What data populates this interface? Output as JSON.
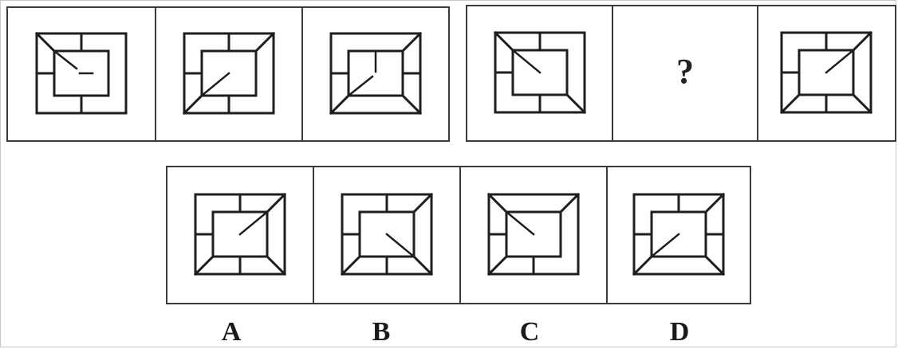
{
  "question_mark": "?",
  "options": [
    {
      "label": "A"
    },
    {
      "label": "B"
    },
    {
      "label": "C"
    },
    {
      "label": "D"
    }
  ],
  "figures": {
    "g1c1": {
      "diag": [
        "TL"
      ],
      "stubs": [
        "T",
        "L",
        "B"
      ],
      "seg": "TL-stub"
    },
    "g1c2": {
      "diag": [
        "TR",
        "BL"
      ],
      "stubs": [
        "T",
        "L",
        "B"
      ],
      "seg": "BL"
    },
    "g1c3": {
      "diag": [
        "TR",
        "BL",
        "BR"
      ],
      "stubs": [
        "L",
        "R"
      ],
      "seg": "BL-stub"
    },
    "g2c1": {
      "diag": [
        "TL",
        "BR"
      ],
      "stubs": [
        "T",
        "L",
        "B"
      ],
      "seg": "TL"
    },
    "g2c3": {
      "diag": [
        "TR",
        "BL",
        "BR"
      ],
      "stubs": [
        "T",
        "L",
        "B"
      ],
      "seg": "TR"
    },
    "optA": {
      "diag": [
        "TR",
        "BL",
        "BR"
      ],
      "stubs": [
        "T",
        "L",
        "B"
      ],
      "seg": "TR"
    },
    "optB": {
      "diag": [
        "TR",
        "BL",
        "BR"
      ],
      "stubs": [
        "T",
        "L",
        "B"
      ],
      "seg": "BR"
    },
    "optC": {
      "diag": [
        "TL",
        "TR",
        "BL"
      ],
      "stubs": [
        "L",
        "B"
      ],
      "seg": "TL"
    },
    "optD": {
      "diag": [
        "TR",
        "BL",
        "BR"
      ],
      "stubs": [
        "T",
        "L",
        "R"
      ],
      "seg": "BL"
    }
  }
}
